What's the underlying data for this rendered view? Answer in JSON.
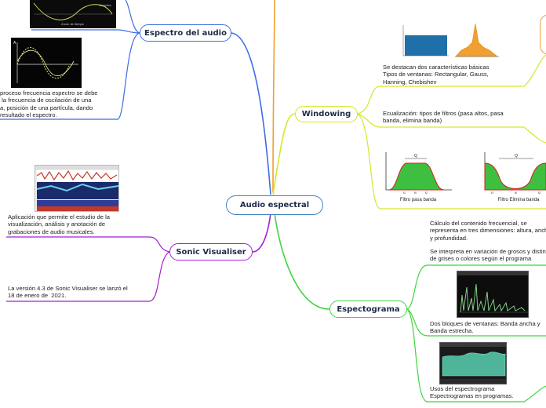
{
  "colors": {
    "spectrum_branch": "#3b6ee0",
    "windowing_branch": "#d6e62a",
    "sonic_branch": "#a61ed6",
    "spectrogram_branch": "#3fd43f",
    "top_branch": "#f0a030"
  },
  "central": {
    "label": "Audio espectral"
  },
  "branches": {
    "spectrum": {
      "label": "Espectro del audio",
      "note": "proceso frecuencia espectro se debe\n la frecuencia de oscilación de una\na, posición de una partícula, dando\nresultado el espectro.",
      "top_chart_labels": [
        "Samples",
        "Zoom de tiempo"
      ],
      "axis_label": "A"
    },
    "windowing": {
      "label": "Windowing",
      "note1": "Se destacan dos características básicas\nTipos de ventanas: Rectangular, Gauss,\nHanning, Chebishev",
      "note2": "Ecualización: tipos de filtros (pasa altos, pasa\nbanda, elimina banda)",
      "filters": [
        {
          "caption": "Filtro pasa banda",
          "q": "Q",
          "ticks": [
            "f1",
            "f0",
            "f2"
          ]
        },
        {
          "caption": "Filtro Elimina banda",
          "q": "Q",
          "ticks": [
            "f1",
            "f0",
            "f2"
          ]
        }
      ]
    },
    "sonic": {
      "label": "Sonic Visualiser",
      "note1": "Aplicación que permite el estudio de la\nvisualización, análisis y anotación de\ngrabaciones de audio musicales.",
      "note2": "La versión 4.3 de Sonic Visualiser se lanzó el\n18 de enero de  2021."
    },
    "spectrogram": {
      "label": "Espectograma",
      "note1": "Cálculo del contenido frecuencial, se\nrepresenta en tres dimensiones: altura, anchura\ny profundidad.",
      "note2": "Se interpreta en variación de grosos y distintos tonos\nde grises o colores según el programa",
      "note3": "Dos bloques de ventanas: Banda ancha y\nBanda estrecha.",
      "note4": "Usos del espectrograma\nEspectrogramas en programas."
    }
  }
}
